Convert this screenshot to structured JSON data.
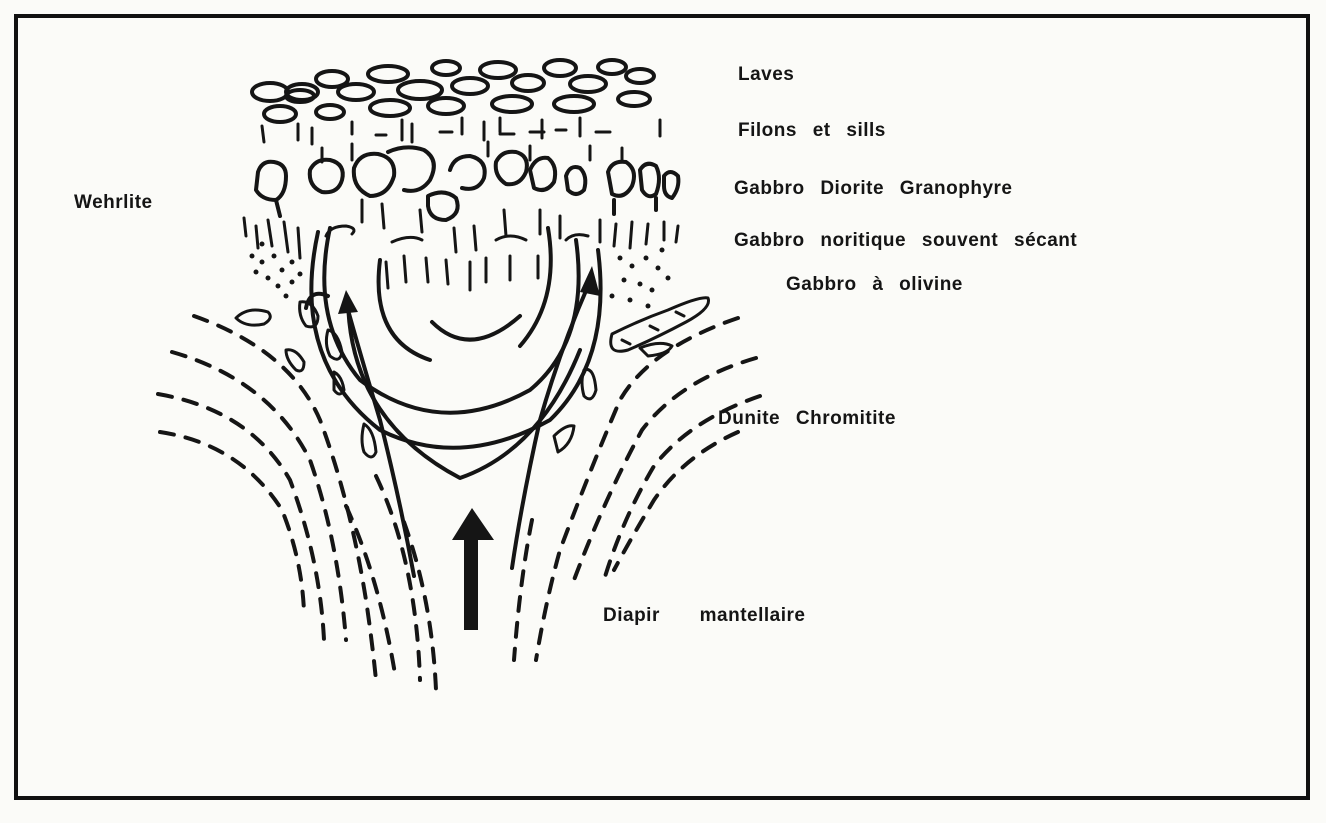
{
  "labels": {
    "laves": "Laves",
    "filons": "Filons et sills",
    "gabbro_diorite": "Gabbro Diorite Granophyre",
    "gabbro_noritique": "Gabbro noritique souvent sécant",
    "gabbro_olivine": "Gabbro à olivine",
    "wehrlite": "Wehrlite",
    "dunite": "Dunite Chromitite",
    "diapir": "Diapir mantellaire"
  }
}
